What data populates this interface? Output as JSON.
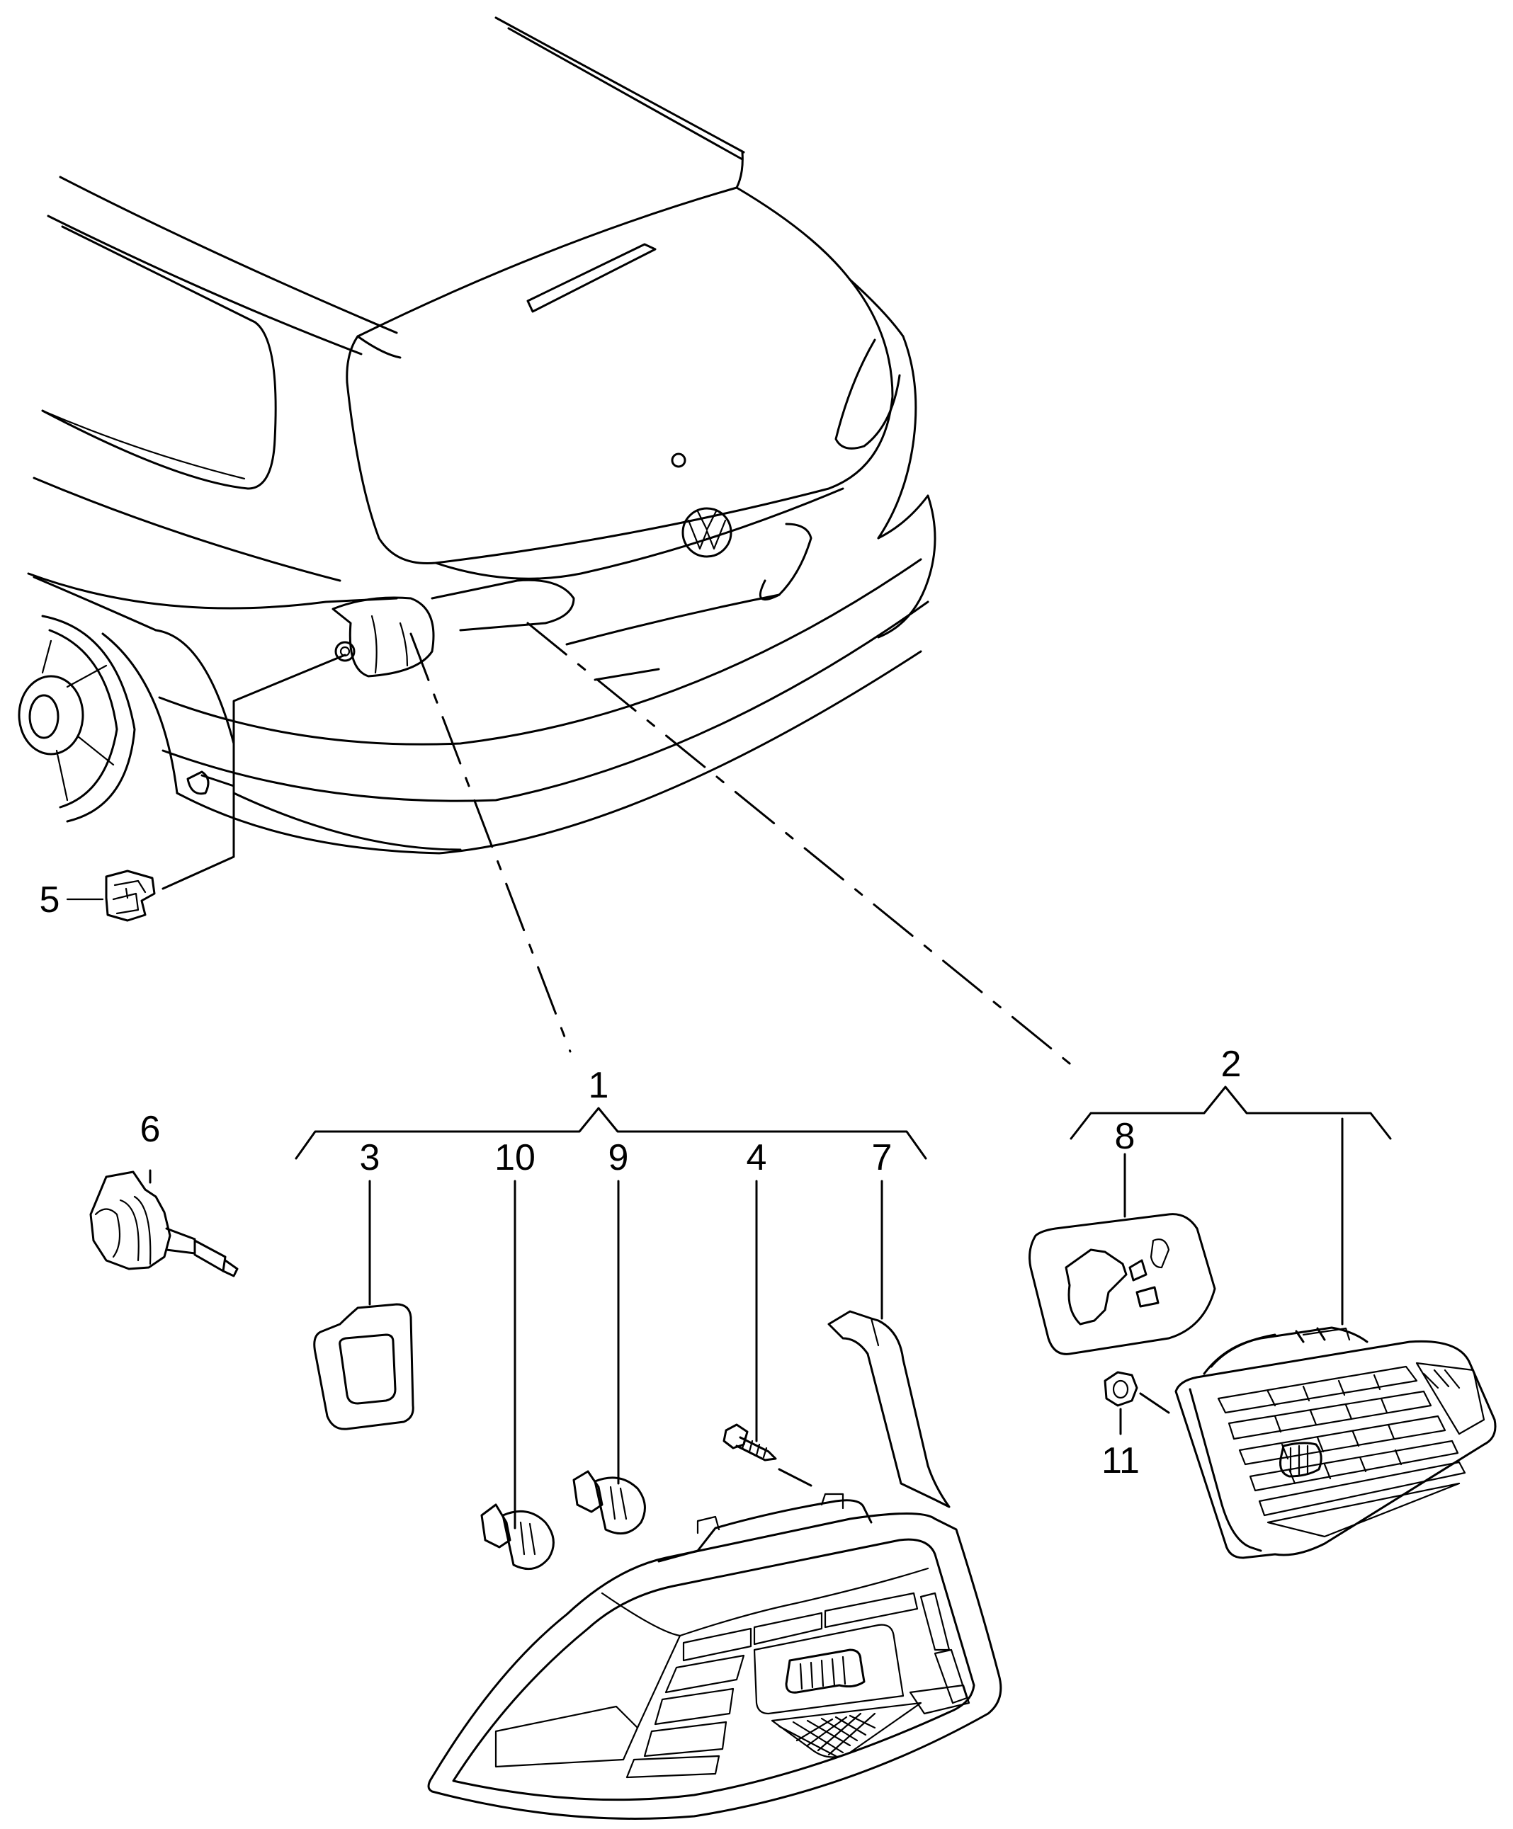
{
  "callouts": {
    "c1": "1",
    "c2": "2",
    "c3": "3",
    "c4": "4",
    "c5": "5",
    "c6": "6",
    "c7": "7",
    "c8": "8",
    "c9": "9",
    "c10": "10",
    "c11": "11"
  },
  "logo": "VW"
}
